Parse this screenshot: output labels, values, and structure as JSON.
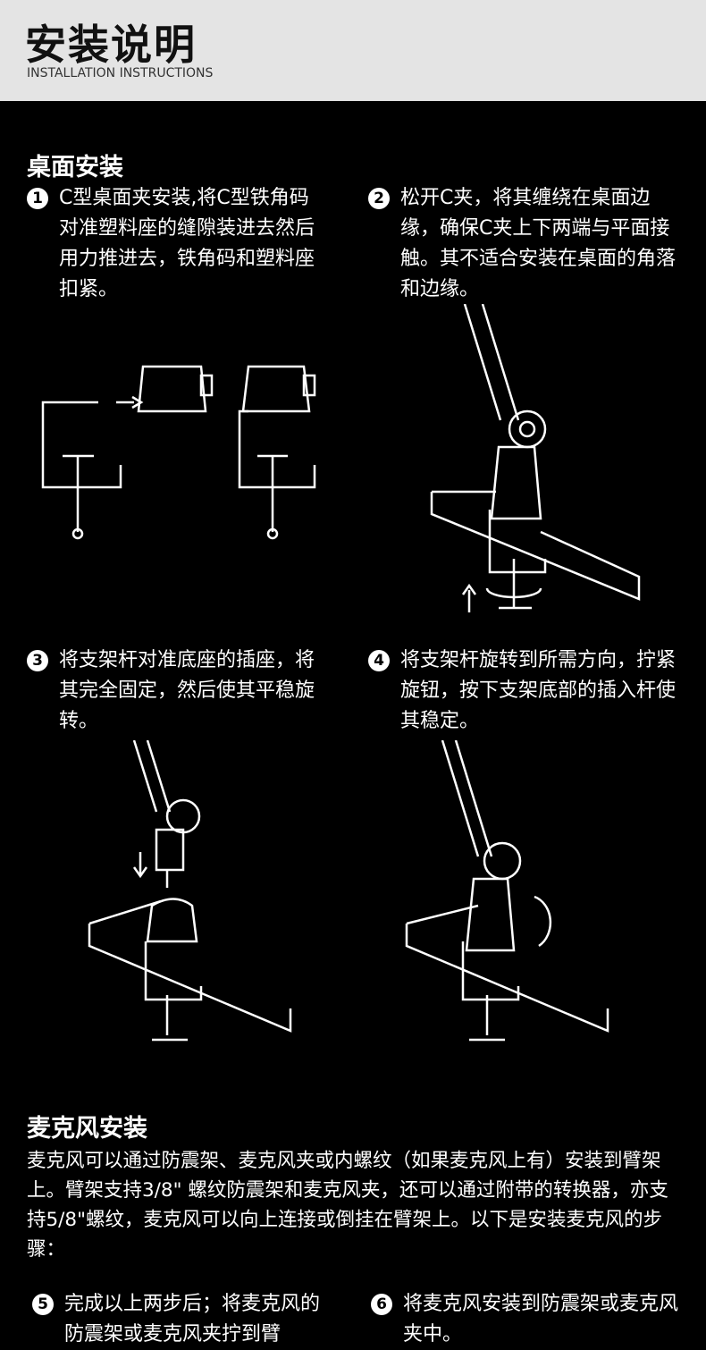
{
  "header": {
    "title": "安装说明",
    "subtitle": "INSTALLATION INSTRUCTIONS"
  },
  "desk": {
    "title": "桌面安装",
    "steps": [
      {
        "num": "1",
        "text": "C型桌面夹安装,将C型铁角码对准塑料座的缝隙装进去然后用力推进去，铁角码和塑料座扣紧。"
      },
      {
        "num": "2",
        "text": "松开C夹，将其缠绕在桌面边缘，确保C夹上下两端与平面接触。其不适合安装在桌面的角落和边缘。"
      },
      {
        "num": "3",
        "text": "将支架杆对准底座的插座，将其完全固定，然后使其平稳旋转。"
      },
      {
        "num": "4",
        "text": "将支架杆旋转到所需方向，拧紧旋钮，按下支架底部的插入杆使其稳定。"
      }
    ]
  },
  "mic": {
    "title": "麦克风安装",
    "paragraph": "麦克风可以通过防震架、麦克风夹或内螺纹（如果麦克风上有）安装到臂架上。臂架支持3/8\" 螺纹防震架和麦克风夹，还可以通过附带的转换器，亦支持5/8\"螺纹，麦克风可以向上连接或倒挂在臂架上。以下是安装麦克风的步骤：",
    "steps": [
      {
        "num": "5",
        "text": "完成以上两步后；将麦克风的防震架或麦克风夹拧到臂"
      },
      {
        "num": "6",
        "text": "将麦克风安装到防震架或麦克风夹中。"
      }
    ]
  }
}
